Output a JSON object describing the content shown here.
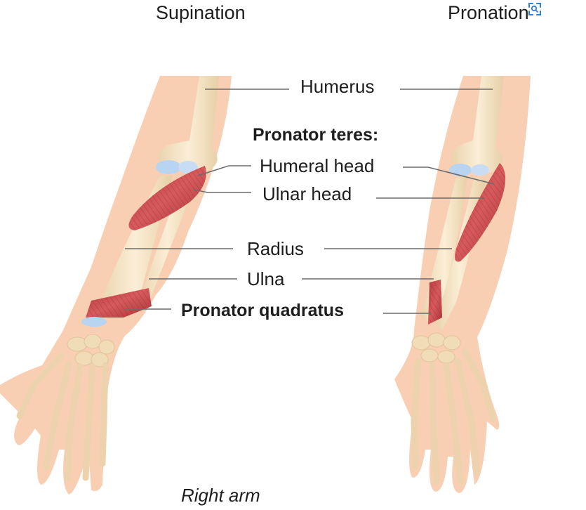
{
  "headings": {
    "left": "Supination",
    "right": "Pronation"
  },
  "labels": {
    "humerus": "Humerus",
    "pronator_teres": "Pronator teres:",
    "humeral_head": "Humeral head",
    "ulnar_head": "Ulnar head",
    "radius": "Radius",
    "ulna": "Ulna",
    "pronator_quadratus": "Pronator quadratus"
  },
  "caption": "Right arm",
  "icons": {
    "overlay": "image-scan-icon"
  },
  "colors": {
    "skin": "#f8cfb2",
    "bone": "#f4e3c2",
    "cartilage": "#b9d4f0",
    "muscle": "#c2444a",
    "leader_line": "#6c6c6c",
    "text": "#1e1e1e",
    "overlay_icon": "#2f7de1"
  }
}
